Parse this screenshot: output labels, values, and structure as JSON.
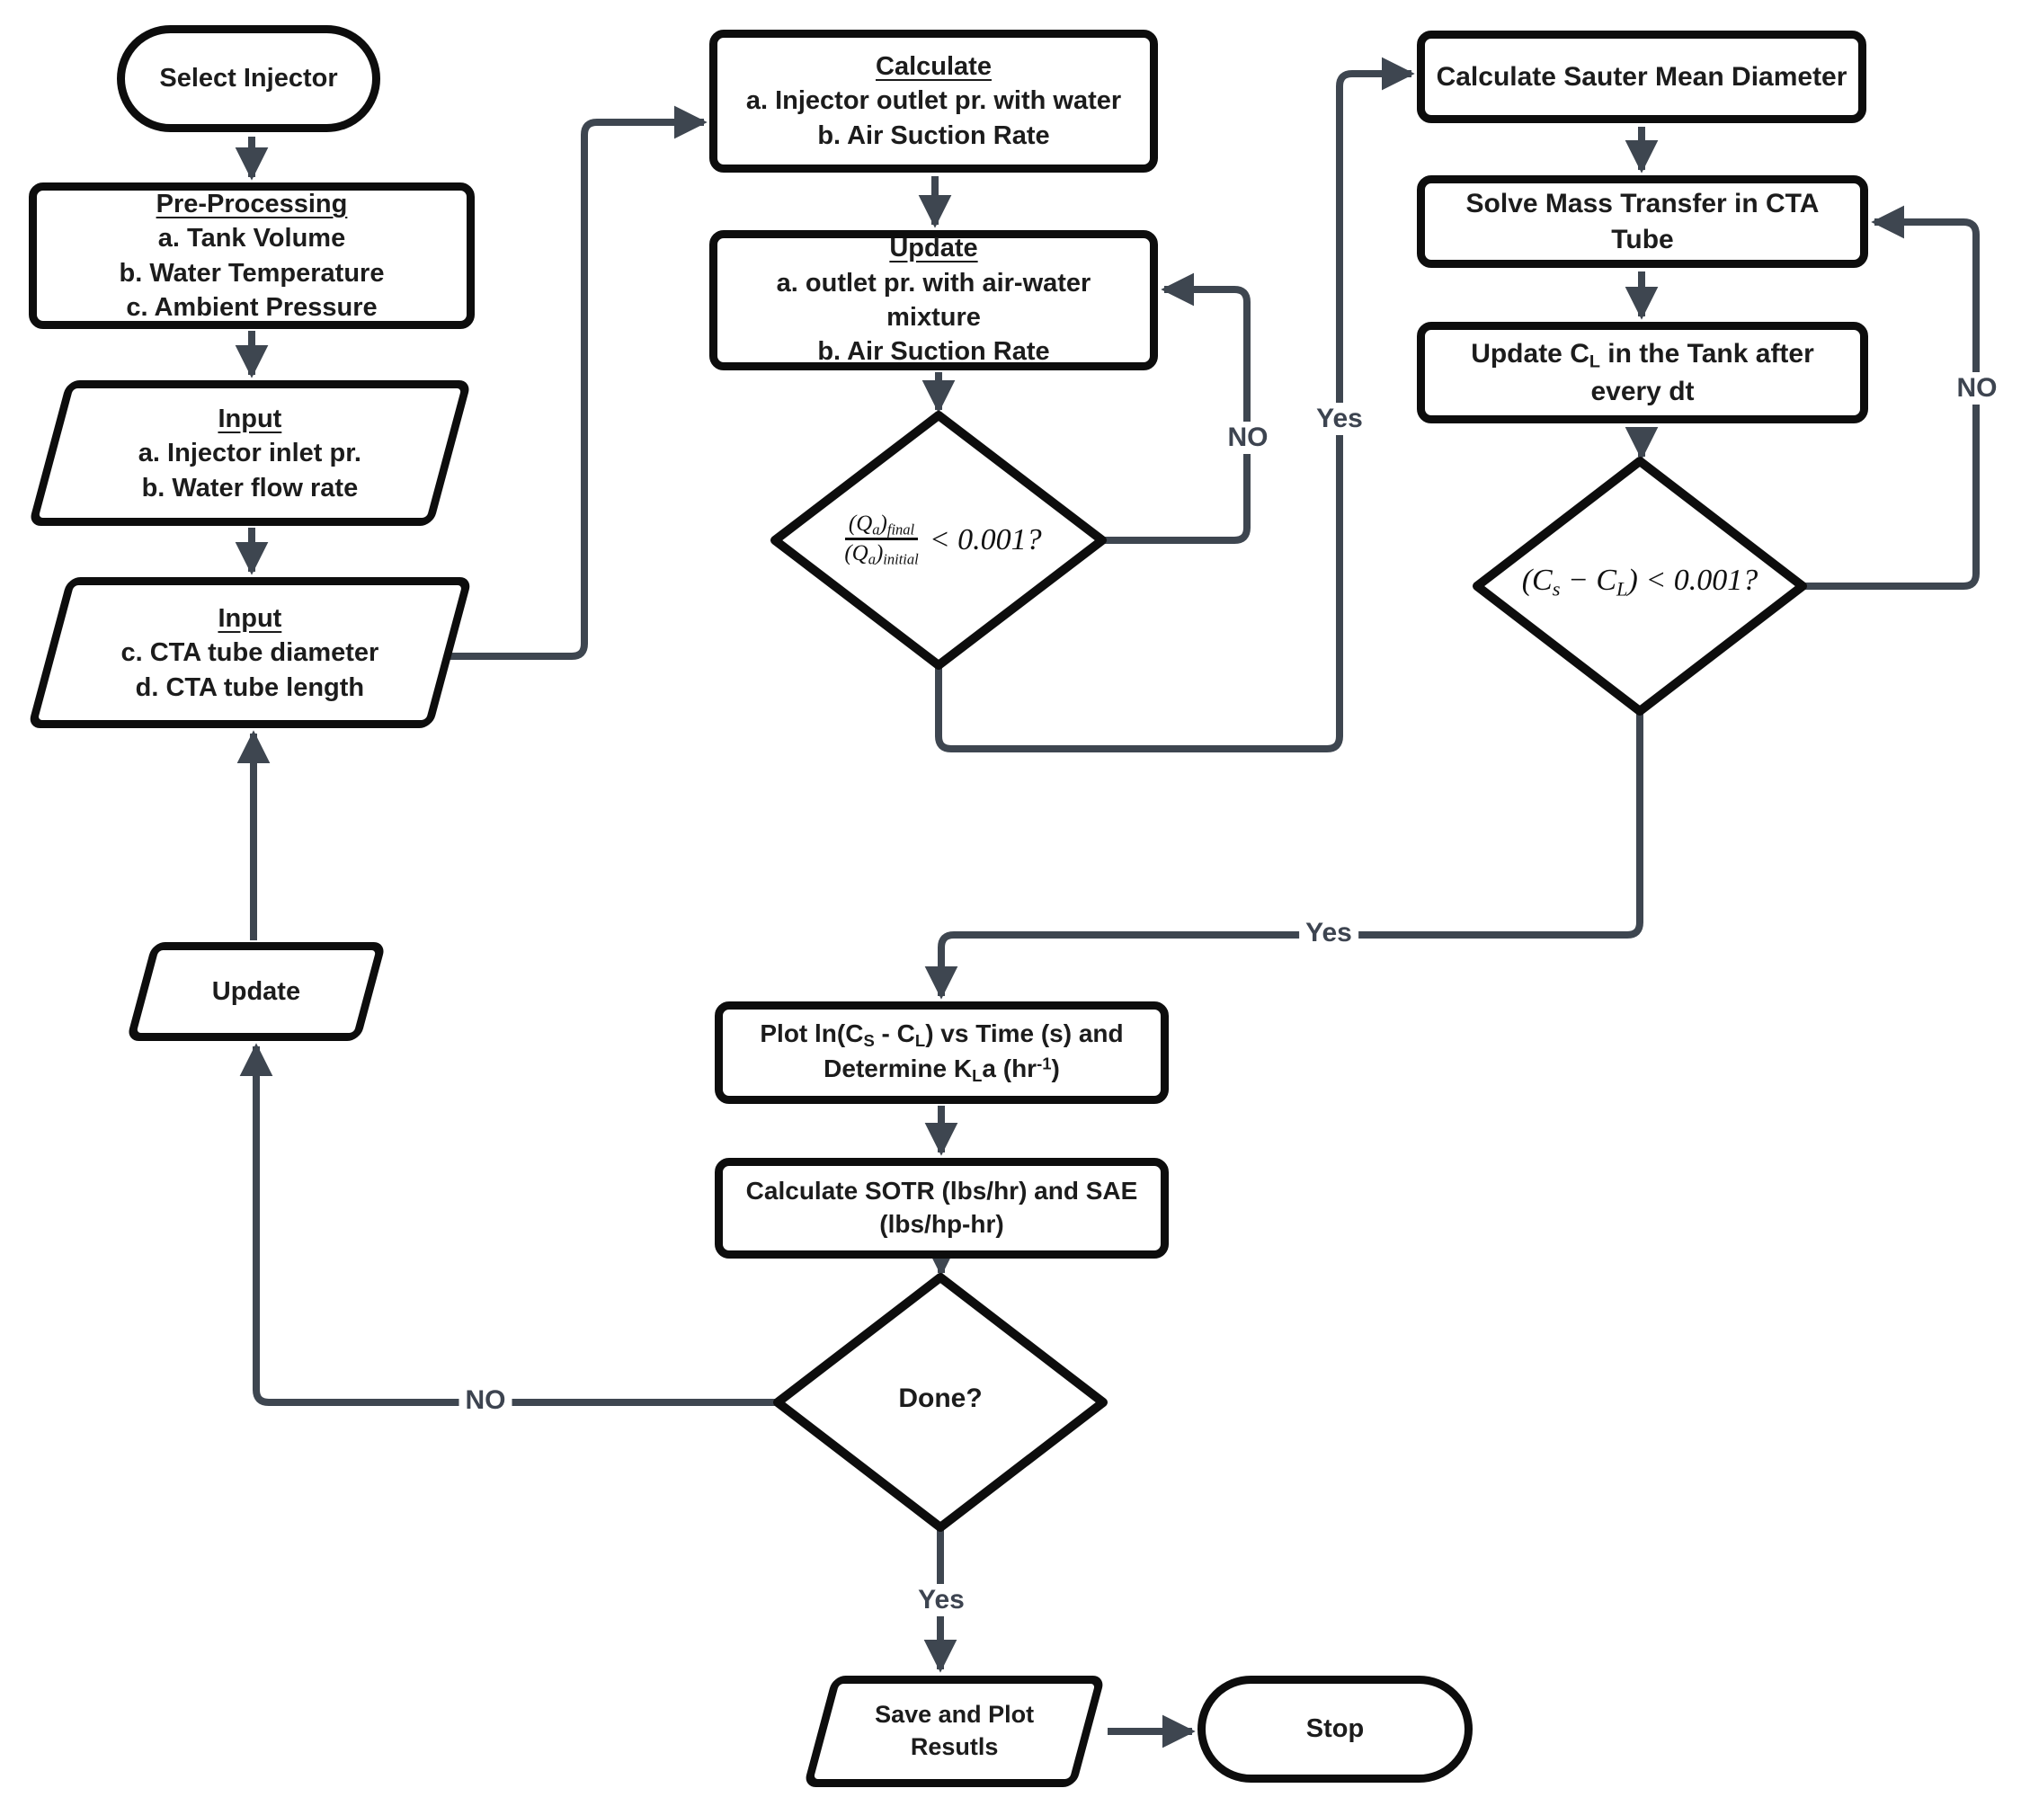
{
  "colors": {
    "bg": "#ffffff",
    "border": "#0d0d0d",
    "text": "#1c1c1c",
    "connector": "#3e4650",
    "label": "#3d4450"
  },
  "nodes": {
    "start": {
      "label": "Select Injector"
    },
    "preprocessing": {
      "title": "Pre-Processing",
      "items": [
        "a. Tank Volume",
        "b. Water Temperature",
        "c. Ambient Pressure"
      ]
    },
    "input_ab": {
      "title": "Input",
      "items": [
        "a. Injector inlet pr.",
        "b. Water flow rate"
      ]
    },
    "input_cd": {
      "title": "Input",
      "items": [
        "c. CTA tube diameter",
        "d. CTA tube length"
      ]
    },
    "calculate": {
      "title": "Calculate",
      "items": [
        "a. Injector outlet pr. with water",
        "b. Air Suction Rate"
      ]
    },
    "update_outlet": {
      "title": "Update",
      "items": [
        "a. outlet pr. with air-water mixture",
        "b. Air Suction Rate"
      ]
    },
    "decision_qa": {
      "numerator": [
        "(Q",
        "a",
        ")",
        "final"
      ],
      "denominator": [
        "(Q",
        "a",
        ")",
        "initial"
      ],
      "comparison": "< 0.001?"
    },
    "sauter": {
      "label": "Calculate Sauter Mean Diameter"
    },
    "solve_mass": {
      "label": "Solve Mass Transfer in CTA Tube"
    },
    "update_cl": {
      "parts": [
        "Update C",
        "L",
        " in the Tank after every dt"
      ]
    },
    "decision_cs": {
      "parts": [
        "(C",
        "s",
        " − C",
        "L",
        ") < 0.001?"
      ]
    },
    "plot_kla": {
      "line1": [
        "Plot ln(C",
        "S",
        " - C",
        "L",
        ") vs Time (s) and"
      ],
      "line2": [
        "Determine K",
        "L",
        "a (hr",
        "-1",
        ")"
      ]
    },
    "calc_sotr": {
      "line1": "Calculate SOTR (lbs/hr) and SAE",
      "line2": "(lbs/hp-hr)"
    },
    "done": {
      "label": "Done?"
    },
    "update_loop": {
      "label": "Update"
    },
    "save": {
      "label": "Save and Plot Resutls"
    },
    "stop": {
      "label": "Stop"
    }
  },
  "edge_labels": {
    "qa_no": "NO",
    "qa_yes": "Yes",
    "cs_no": "NO",
    "cs_yes": "Yes",
    "done_no": "NO",
    "done_yes": "Yes"
  }
}
